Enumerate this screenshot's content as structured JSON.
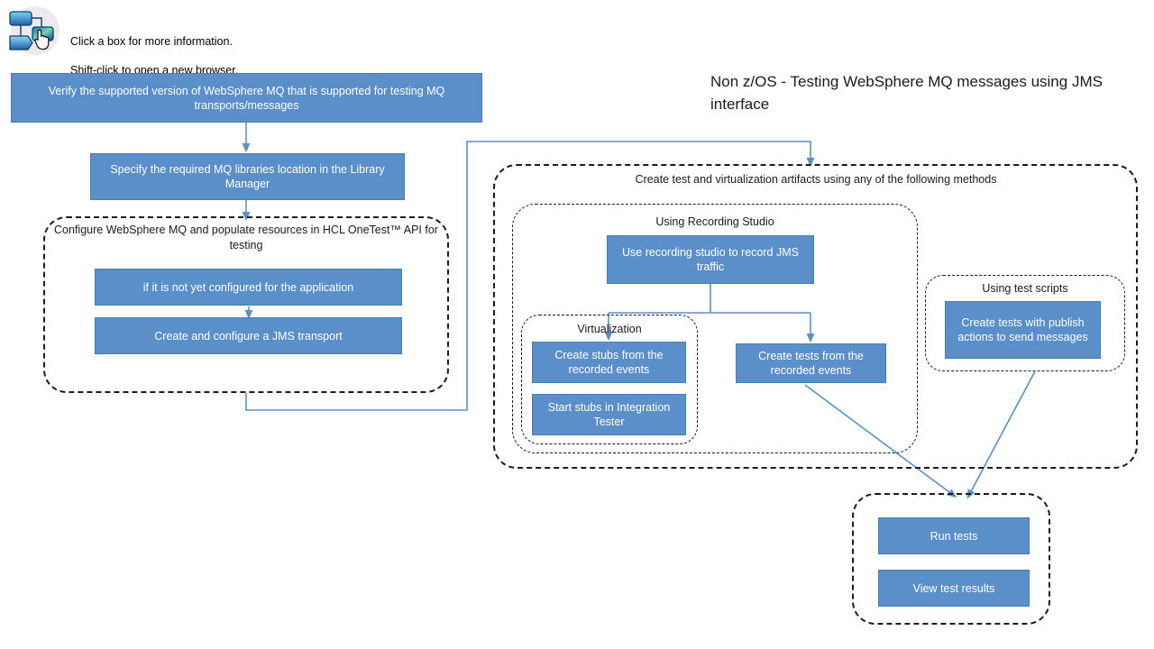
{
  "hint": {
    "icon": "flowchart-click-icon",
    "line1": "Click a box for more information.",
    "line2": "Shift-click to open a new browser."
  },
  "title": "Non z/OS - Testing WebSphere MQ messages using JMS interface",
  "colors": {
    "box_fill": "#5b8fc9",
    "box_border": "#4a7cb4",
    "box_text": "#ffffff",
    "connector": "#5b8fc9",
    "group_border": "#1c1c1c",
    "page_background": "#ffffff"
  },
  "boxes": {
    "verify_version": "Verify the supported version of WebSphere MQ that is supported for testing MQ transports/messages",
    "specify_libraries": "Specify the required MQ libraries location in the Library Manager",
    "not_configured": "if it is not yet configured for the application",
    "create_jms_transport": "Create and configure a JMS transport",
    "use_recording_studio": "Use recording studio to record JMS traffic",
    "create_stubs": "Create stubs from the recorded events",
    "start_stubs": "Start stubs in Integration Tester",
    "create_tests_recorded": "Create tests from the recorded events",
    "create_tests_publish": "Create tests with publish actions to send messages",
    "run_tests": "Run tests",
    "view_test_results": "View test results"
  },
  "groups": {
    "configure_mq": "Configure WebSphere MQ and populate resources in HCL OneTest™ API for testing",
    "create_artifacts": "Create test and virtualization artifacts using any of the following methods",
    "using_recording_studio": "Using Recording Studio",
    "virtualization": "Virtualization",
    "using_test_scripts": "Using test scripts",
    "results": ""
  }
}
